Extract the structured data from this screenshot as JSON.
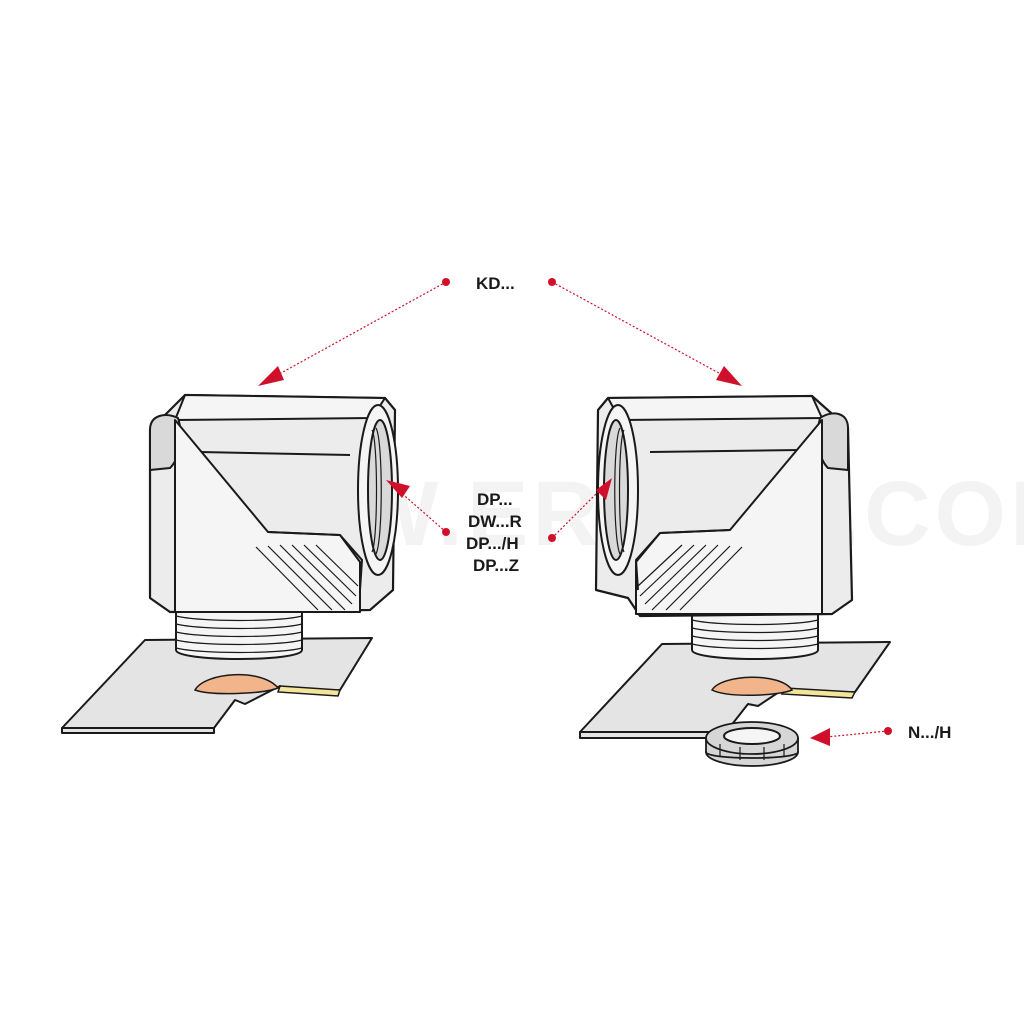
{
  "watermark": "WWW.ERGOM.COM",
  "labels": {
    "kd": "KD...",
    "dp": "DP...",
    "dw_r": "DW...R",
    "dp_h": "DP.../H",
    "dp_z": "DP...Z",
    "n_h": "N.../H"
  },
  "colors": {
    "accent_red": "#d0102a",
    "plate_edge": "#f3e59a",
    "hole_copper": "#f2b48a",
    "housing": "#ececec"
  }
}
